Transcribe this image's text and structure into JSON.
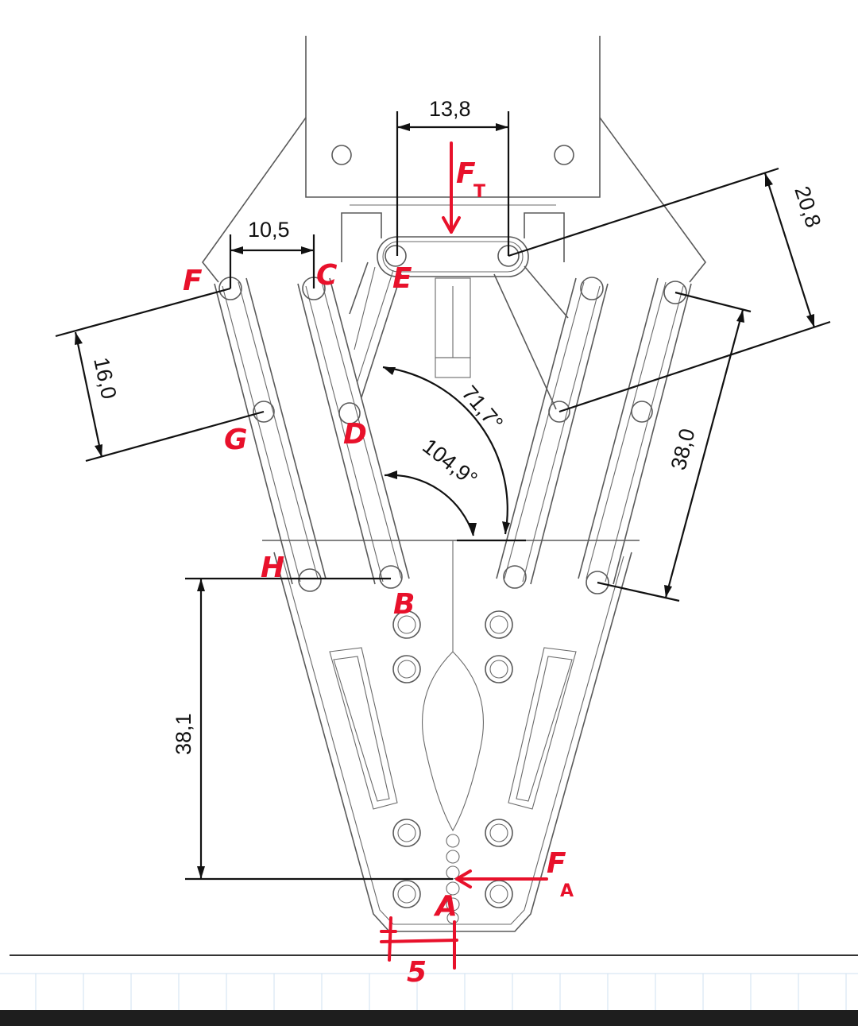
{
  "dimensions": {
    "top_pin_spacing": "13,8",
    "left_pin_spacing": "10,5",
    "left_link_height": "16,0",
    "right_offset": "20,8",
    "right_link_length": "38,0",
    "vertical_height": "38,1",
    "bottom_offset": "5"
  },
  "angles": {
    "angle_upper": "71,7°",
    "angle_lower": "104,9°"
  },
  "points": {
    "A": "A",
    "B": "B",
    "C": "C",
    "D": "D",
    "E": "E",
    "F": "F",
    "G": "G",
    "H": "H"
  },
  "forces": {
    "top_force": "F",
    "top_force_sub": "T",
    "tip_force": "F",
    "tip_force_sub": "A"
  },
  "colors": {
    "annotation": "#e8112b",
    "dimension": "#111111",
    "outline": "#5a5a5a"
  }
}
